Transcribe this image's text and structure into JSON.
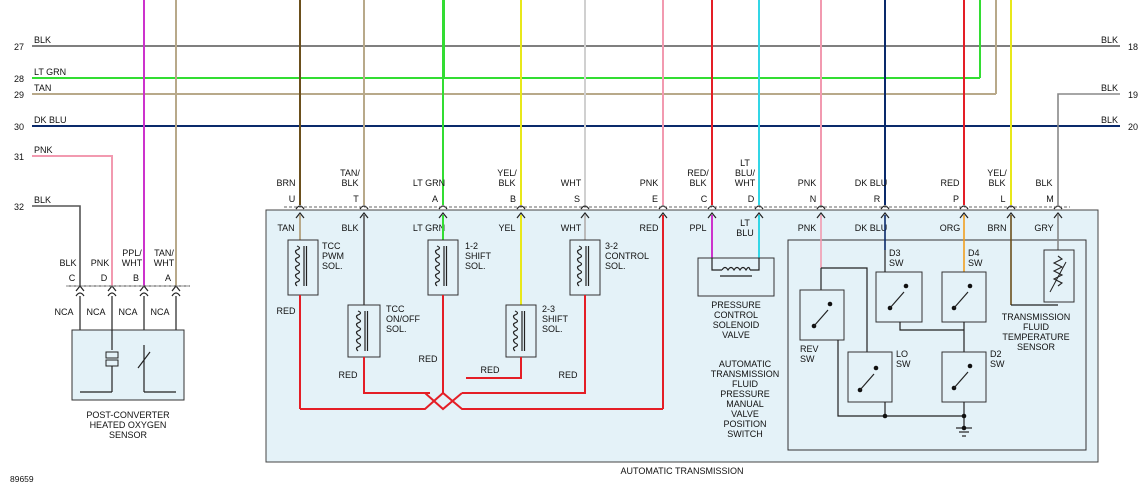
{
  "figure_id": "89659",
  "box_title": "AUTOMATIC TRANSMISSION",
  "left_circuits": [
    {
      "num": "27",
      "color": "BLK"
    },
    {
      "num": "28",
      "color": "LT GRN"
    },
    {
      "num": "29",
      "color": "TAN"
    },
    {
      "num": "30",
      "color": "DK BLU"
    },
    {
      "num": "31",
      "color": "PNK"
    },
    {
      "num": "32",
      "color": "BLK"
    }
  ],
  "right_circuits": [
    {
      "num": "18",
      "color": "BLK"
    },
    {
      "num": "19",
      "color": "BLK"
    },
    {
      "num": "20",
      "color": "BLK"
    }
  ],
  "o2_sensor": {
    "wire_colors": [
      "BLK",
      "PNK",
      "PPL/\nWHT",
      "TAN/\nWHT"
    ],
    "pins": [
      "C",
      "D",
      "B",
      "A"
    ],
    "nca": [
      "NCA",
      "NCA",
      "NCA",
      "NCA"
    ],
    "label": "POST-CONVERTER\nHEATED OXYGEN\nSENSOR"
  },
  "trans_pins": [
    {
      "pin": "U",
      "outside": "BRN",
      "inside": "TAN"
    },
    {
      "pin": "T",
      "outside": "TAN/\nBLK",
      "inside": "BLK"
    },
    {
      "pin": "A",
      "outside": "LT GRN",
      "inside": "LT GRN"
    },
    {
      "pin": "B",
      "outside": "YEL/\nBLK",
      "inside": "YEL"
    },
    {
      "pin": "S",
      "outside": "WHT",
      "inside": "WHT"
    },
    {
      "pin": "E",
      "outside": "PNK",
      "inside": "RED"
    },
    {
      "pin": "C",
      "outside": "RED/\nBLK",
      "inside": "PPL"
    },
    {
      "pin": "D",
      "outside": "LT\nBLU/\nWHT",
      "inside": "LT\nBLU"
    },
    {
      "pin": "N",
      "outside": "PNK",
      "inside": "PNK"
    },
    {
      "pin": "R",
      "outside": "DK BLU",
      "inside": "DK BLU"
    },
    {
      "pin": "P",
      "outside": "RED",
      "inside": "ORG"
    },
    {
      "pin": "L",
      "outside": "YEL/\nBLK",
      "inside": "BRN"
    },
    {
      "pin": "M",
      "outside": "BLK",
      "inside": "GRY"
    }
  ],
  "components": {
    "tcc_pwm": "TCC\nPWM\nSOL.",
    "tcc_onoff": "TCC\nON/OFF\nSOL.",
    "shift_12": "1-2\nSHIFT\nSOL.",
    "shift_23": "2-3\nSHIFT\nSOL.",
    "control_32": "3-2\nCONTROL\nSOL.",
    "pcs_valve": "PRESSURE\nCONTROL\nSOLENOID\nVALVE",
    "manual_valve": "AUTOMATIC\nTRANSMISSION\nFLUID\nPRESSURE\nMANUAL\nVALVE\nPOSITION\nSWITCH",
    "temp_sensor": "TRANSMISSION\nFLUID\nTEMPERATURE\nSENSOR",
    "rev_sw": "REV\nSW",
    "lo_sw": "LO\nSW",
    "d3_sw": "D3\nSW",
    "d4_sw": "D4\nSW",
    "d2_sw": "D2\nSW"
  },
  "red_labels": [
    "RED",
    "RED",
    "RED",
    "RED",
    "RED",
    "RED"
  ],
  "colors": {
    "BLK": "#555555",
    "LT GRN": "#33dd33",
    "TAN": "#b8a98a",
    "DK BLU": "#0a2a6b",
    "PNK": "#f29ab0",
    "PPL": "#cc33cc",
    "RED": "#e41e26",
    "BRN": "#6b4f1c",
    "YEL": "#e8e81a",
    "WHT": "#c8c8c8",
    "LT BLU": "#33d6e6",
    "ORG": "#f0a020",
    "GRY": "#888888",
    "box_fill": "#e4f2f8"
  }
}
